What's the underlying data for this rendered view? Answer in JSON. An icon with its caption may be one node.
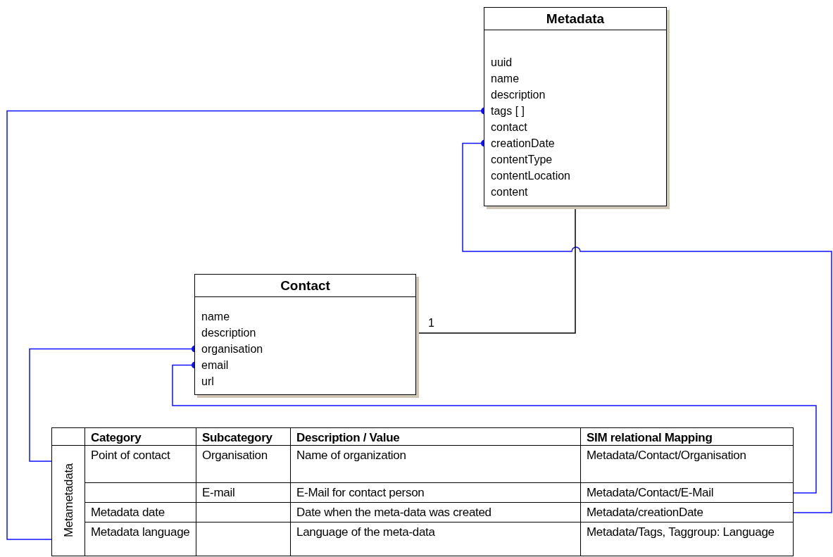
{
  "diagram": {
    "nodes": [
      {
        "text": [
          "Metadata"
        ]
      },
      {
        "text": [
          "uuid"
        ],
        "in": 0
      },
      {
        "text": [
          "name"
        ],
        "in": 0
      },
      {
        "text": [
          "description"
        ],
        "in": 0
      },
      {
        "text": [
          "tags [ ]"
        ],
        "in": 0
      },
      {
        "text": [
          "contact"
        ],
        "in": 0
      },
      {
        "text": [
          "creationDate"
        ],
        "in": 0
      },
      {
        "text": [
          "contentType"
        ],
        "in": 0
      },
      {
        "text": [
          "contentLocation"
        ],
        "in": 0
      },
      {
        "text": [
          "content"
        ],
        "in": 0
      },
      {
        "text": [
          "Contact"
        ]
      },
      {
        "text": [
          "name"
        ],
        "in": 10
      },
      {
        "text": [
          "description"
        ],
        "in": 10
      },
      {
        "text": [
          "organisation"
        ],
        "in": 10
      },
      {
        "text": [
          "email"
        ],
        "in": 10
      },
      {
        "text": [
          "url"
        ],
        "in": 10
      },
      {
        "text": [],
        "shape": "box"
      },
      {
        "text": [
          "Category"
        ]
      },
      {
        "text": [
          "Subcategory"
        ]
      },
      {
        "text": [
          "Description / Value"
        ]
      },
      {
        "text": [
          "SIM relational Mapping"
        ]
      },
      {
        "text": [
          "Metametadata"
        ]
      },
      {
        "text": [
          "Point of contact"
        ]
      },
      {
        "text": [
          "Organisation"
        ]
      },
      {
        "text": [
          "Name of organization"
        ]
      },
      {
        "text": [
          "Metadata/Contact/Organisation"
        ]
      },
      {
        "text": [],
        "shape": "box"
      },
      {
        "text": [
          "E-mail"
        ]
      },
      {
        "text": [
          "E-Mail for contact person"
        ]
      },
      {
        "text": [
          "Metadata/Contact/E-Mail"
        ]
      },
      {
        "text": [
          "Metadata date"
        ]
      },
      {
        "text": [],
        "shape": "box"
      },
      {
        "text": [
          "Date when the meta-data was created"
        ]
      },
      {
        "text": [
          "Metadata/creationDate"
        ]
      },
      {
        "text": [
          "Metadata language"
        ]
      },
      {
        "text": [],
        "shape": "box"
      },
      {
        "text": [
          "Language of the meta-data"
        ]
      },
      {
        "text": [
          "Metadata/Tags, Taggroup: Language"
        ]
      }
    ],
    "edges": [
      {
        "from": 4,
        "to": 21,
        "arrow": "other"
      },
      {
        "from": 6,
        "to": 33,
        "arrow": "other"
      },
      {
        "from": 0,
        "to": 10,
        "label": "1",
        "arrow": "none",
        "color": "#000000"
      },
      {
        "from": 13,
        "to": 21,
        "arrow": "other"
      },
      {
        "from": 14,
        "to": 29,
        "arrow": "other"
      }
    ]
  }
}
